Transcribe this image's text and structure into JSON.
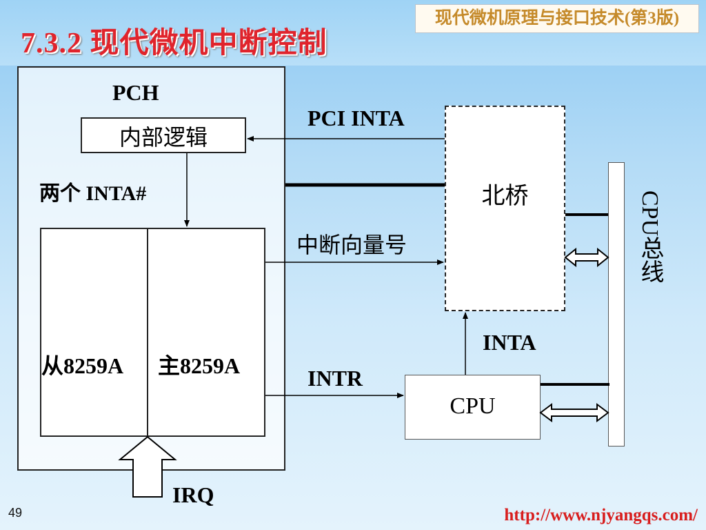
{
  "slide": {
    "title": "7.3.2 现代微机中断控制",
    "book_label": "现代微机原理与接口技术(第3版)",
    "page_number": "49",
    "footer_url": "http://www.njyangqs.com/"
  },
  "diagram": {
    "pch_label": "PCH",
    "internal_logic": "内部逻辑",
    "two_inta": "两个 INTA#",
    "slave_pic": "从8259A",
    "master_pic": "主8259A",
    "irq": "IRQ",
    "pci_inta": "PCI INTA",
    "vector_number": "中断向量号",
    "north_bridge": "北桥",
    "cpu_bus": "CPU总线",
    "inta": "INTA",
    "intr": "INTR",
    "cpu": "CPU"
  },
  "colors": {
    "title_red": "#e0242c",
    "book_label_orange": "#c58a2a",
    "url_red": "#d81e1e"
  }
}
